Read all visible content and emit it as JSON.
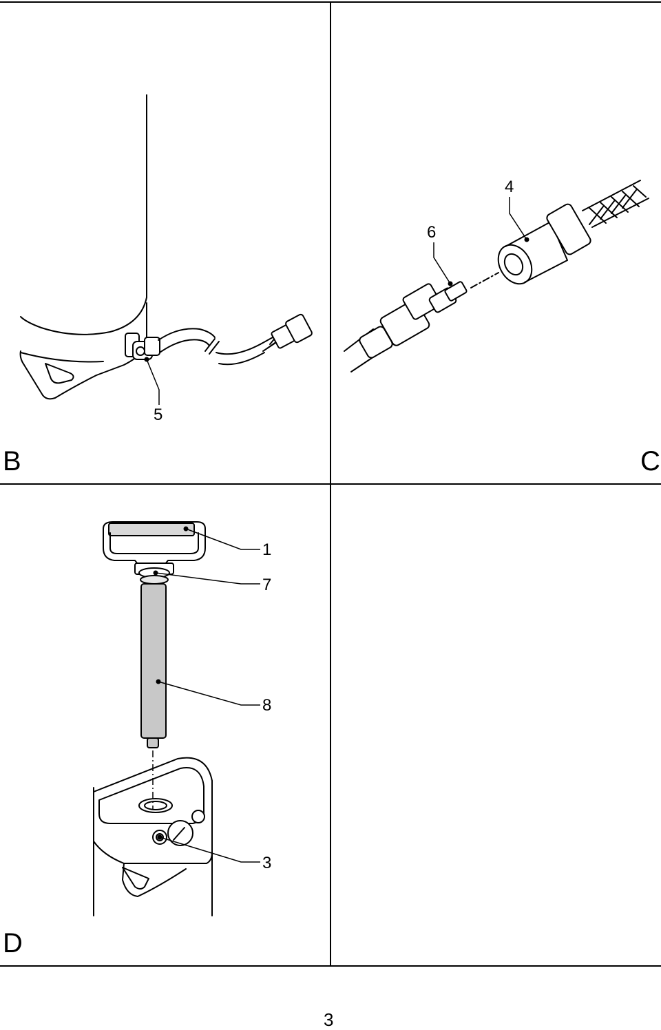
{
  "panels": {
    "b": {
      "letter": "B",
      "callouts": {
        "c5": "5"
      }
    },
    "c": {
      "letter": "C",
      "callouts": {
        "c6": "6",
        "c4": "4"
      }
    },
    "d": {
      "letter": "D",
      "callouts": {
        "c1": "1",
        "c7": "7",
        "c8": "8",
        "c3": "3"
      }
    }
  },
  "page_number": "3"
}
